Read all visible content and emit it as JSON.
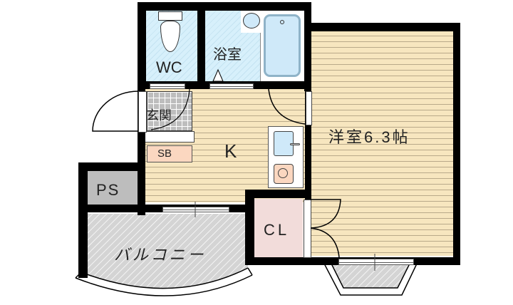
{
  "floor_plan": {
    "rooms": {
      "wc": {
        "label": "WC"
      },
      "bath": {
        "label": "浴室"
      },
      "genkan": {
        "label": "玄関"
      },
      "shoe_box": {
        "label": "SB"
      },
      "kitchen": {
        "label": "K"
      },
      "western_room": {
        "label": "洋室6.3帖",
        "size_jo": 6.3
      },
      "closet": {
        "label": "CL"
      },
      "pipe_space": {
        "label": "PS"
      },
      "balcony": {
        "label": "バルコニー"
      }
    },
    "colors": {
      "wall": "#000000",
      "flooring": "#f7e6bf",
      "wet_area": "#d7f0fb",
      "shoe_box": "#fbd7c0",
      "closet": "#f2dcda",
      "pipe_space": "#bdbdbd",
      "balcony_hatch": "#d2d2d2"
    }
  }
}
